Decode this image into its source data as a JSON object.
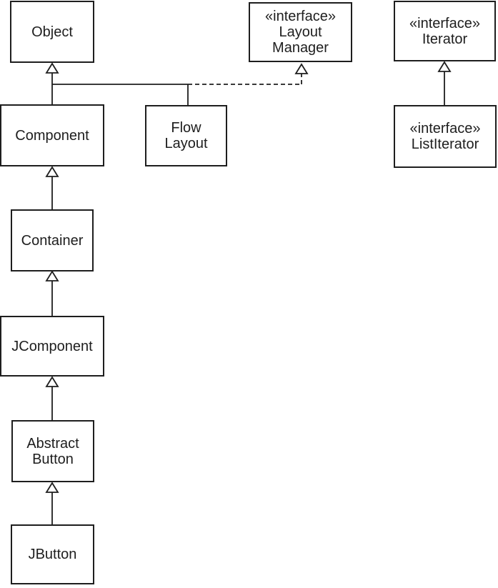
{
  "diagram": {
    "type": "uml-class-diagram",
    "nodes": [
      {
        "id": "object",
        "lines": [
          "Object"
        ]
      },
      {
        "id": "layout-manager",
        "lines": [
          "«interface»",
          "Layout",
          "Manager"
        ]
      },
      {
        "id": "iterator",
        "lines": [
          "«interface»",
          "Iterator"
        ]
      },
      {
        "id": "component",
        "lines": [
          "Component"
        ]
      },
      {
        "id": "flow-layout",
        "lines": [
          "Flow",
          "Layout"
        ]
      },
      {
        "id": "list-iterator",
        "lines": [
          "«interface»",
          "ListIterator"
        ]
      },
      {
        "id": "container",
        "lines": [
          "Container"
        ]
      },
      {
        "id": "jcomponent",
        "lines": [
          "JComponent"
        ]
      },
      {
        "id": "abstract-button",
        "lines": [
          "Abstract",
          "Button"
        ]
      },
      {
        "id": "jbutton",
        "lines": [
          "JButton"
        ]
      }
    ],
    "edges": [
      {
        "from": "Component",
        "to": "Object",
        "type": "generalization"
      },
      {
        "from": "FlowLayout",
        "to": "Object",
        "type": "generalization"
      },
      {
        "from": "FlowLayout",
        "to": "LayoutManager",
        "type": "realization"
      },
      {
        "from": "ListIterator",
        "to": "Iterator",
        "type": "generalization"
      },
      {
        "from": "Container",
        "to": "Component",
        "type": "generalization"
      },
      {
        "from": "JComponent",
        "to": "Container",
        "type": "generalization"
      },
      {
        "from": "AbstractButton",
        "to": "JComponent",
        "type": "generalization"
      },
      {
        "from": "JButton",
        "to": "AbstractButton",
        "type": "generalization"
      }
    ],
    "colors": {
      "line": "#1e1e1e",
      "background": "#ffffff"
    }
  }
}
